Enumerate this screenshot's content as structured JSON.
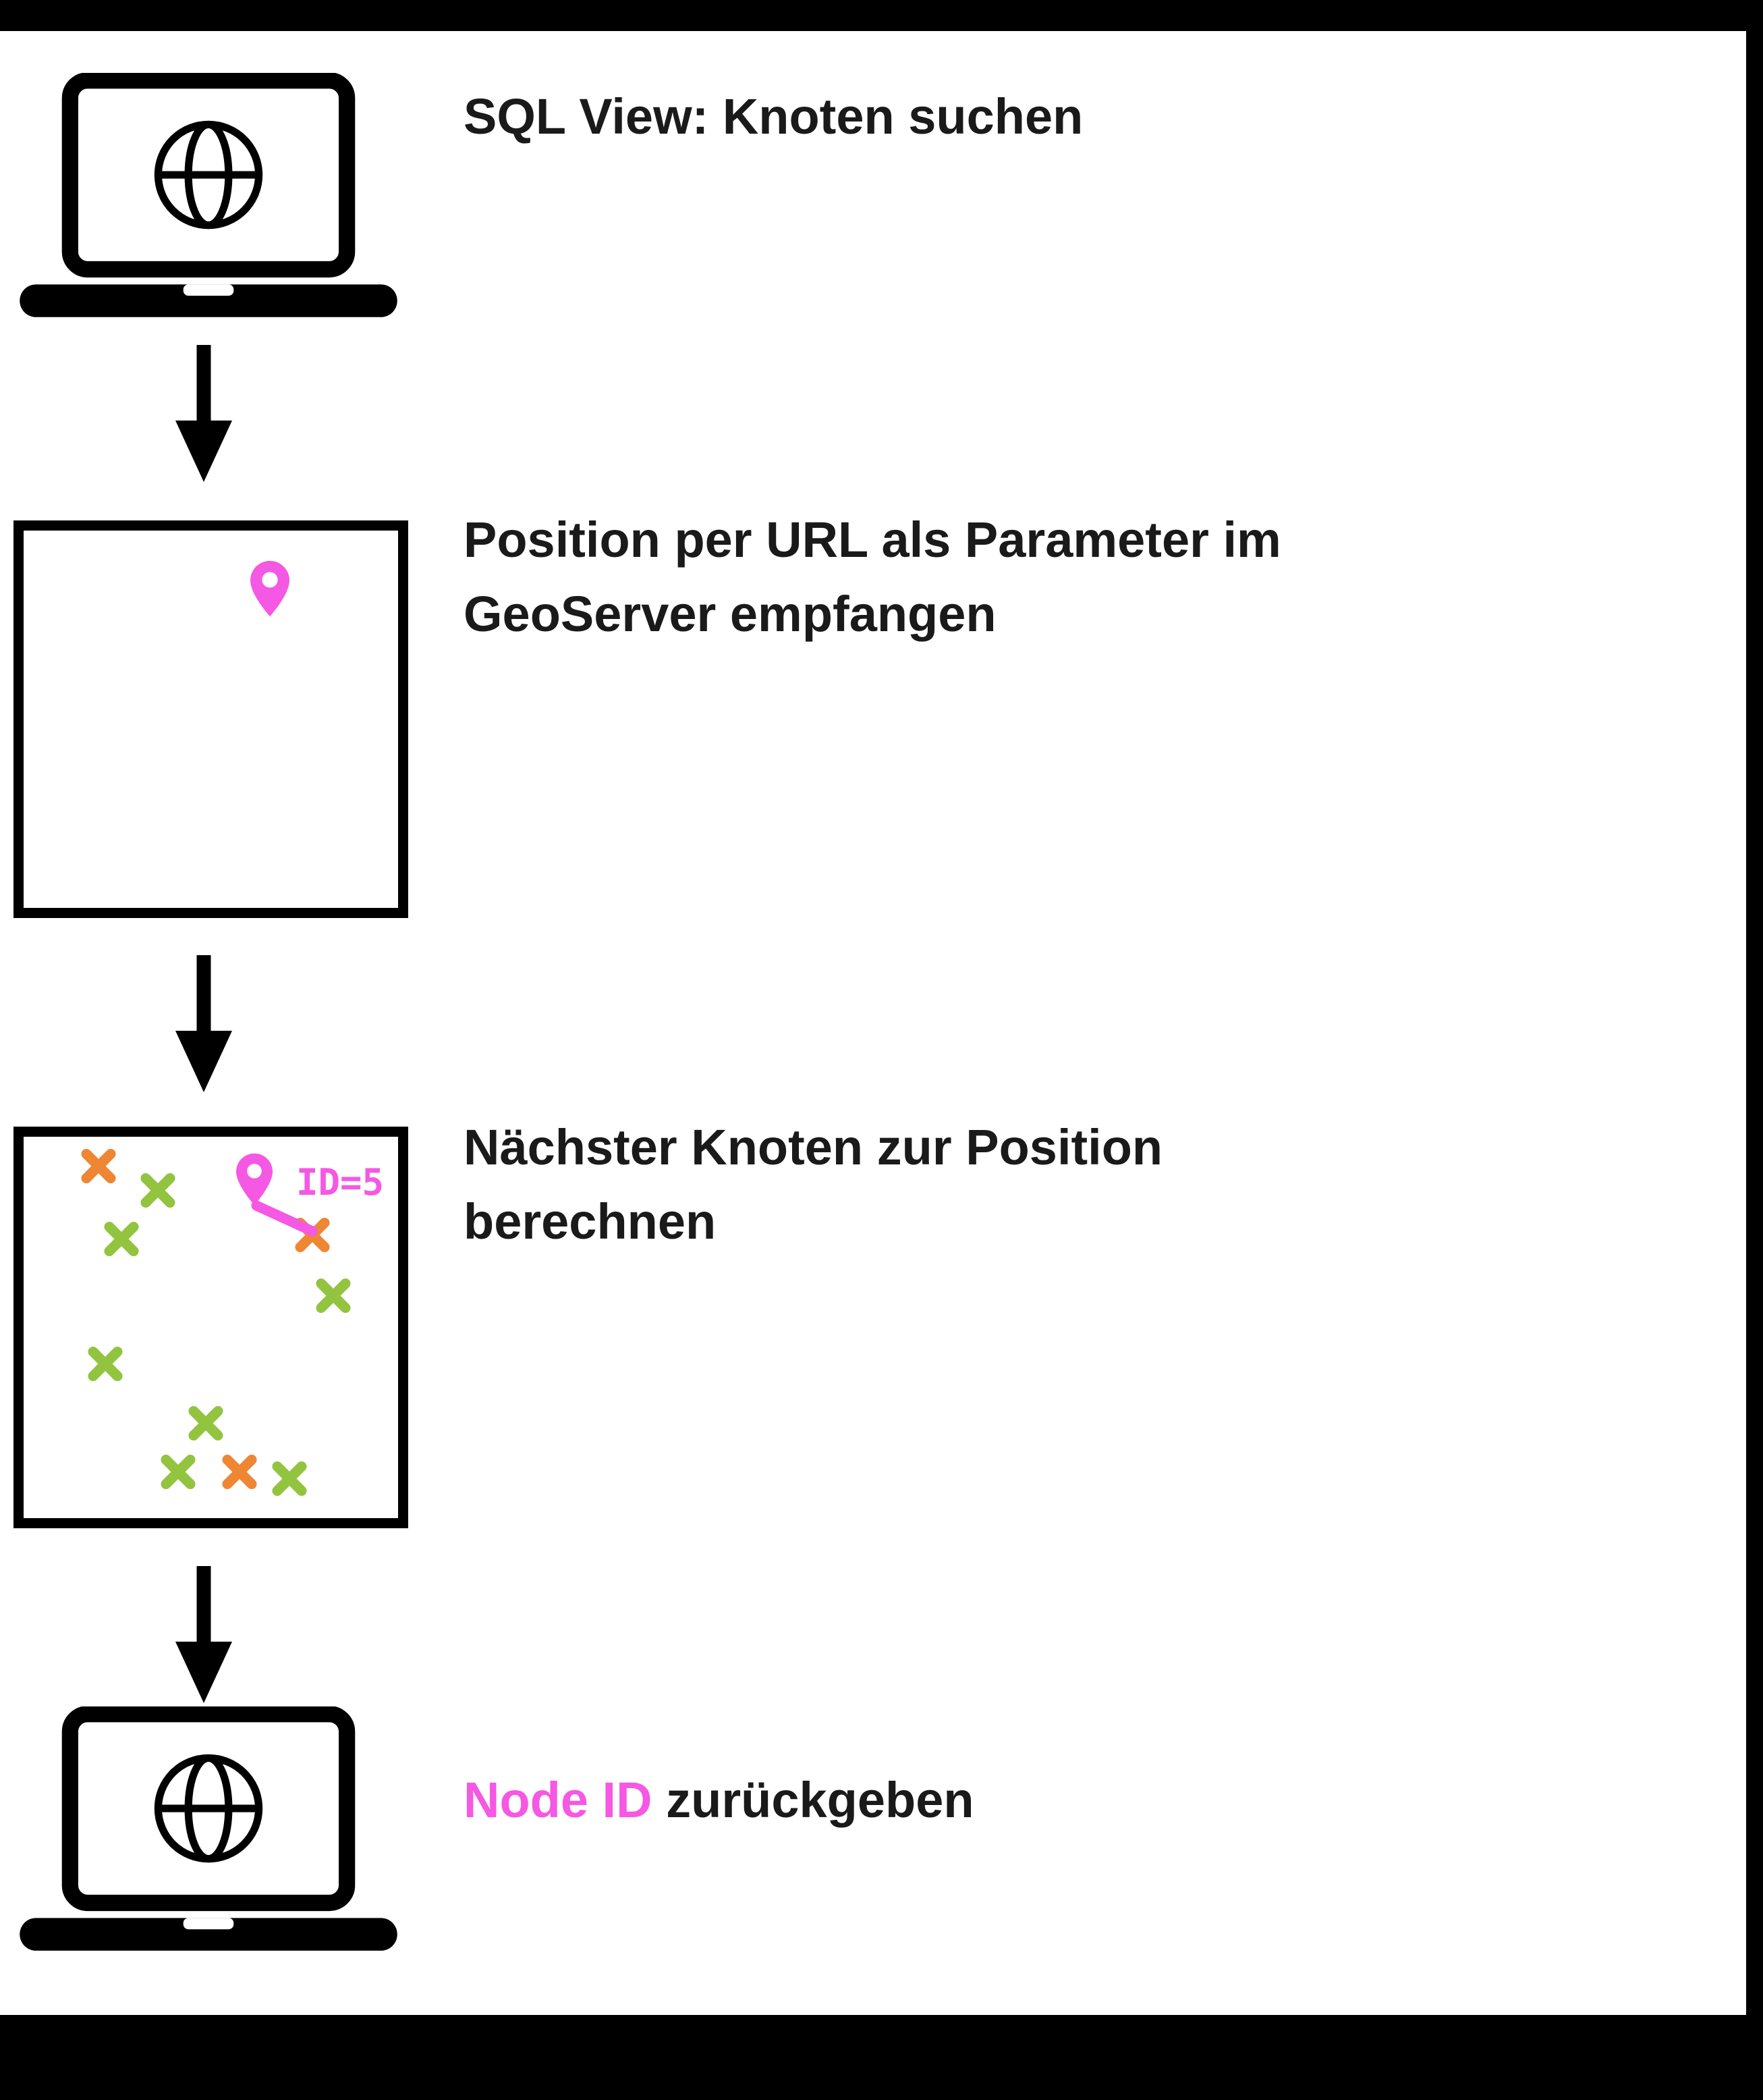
{
  "document": {
    "background": "#ffffff",
    "frame_color": "#000000"
  },
  "colors": {
    "pink": "#F558E3",
    "green": "#92C440",
    "orange": "#EE8634",
    "text": "#1a1a1a"
  },
  "icons": {
    "client": "laptop-globe-icon",
    "flow": "arrow-down-icon",
    "position": "map-pin-icon",
    "node": "x-cross-node-marker"
  },
  "steps": {
    "step1": {
      "title": "SQL View: Knoten suchen"
    },
    "step2": {
      "line1": "Position per URL als Parameter im",
      "line2": "GeoServer empfangen"
    },
    "step3": {
      "line1": "Nächster Knoten zur Position",
      "line2": "berechnen"
    },
    "step4": {
      "highlight": "Node ID",
      "rest": " zurückgeben"
    }
  },
  "map": {
    "pin_id_label": "ID=5"
  }
}
